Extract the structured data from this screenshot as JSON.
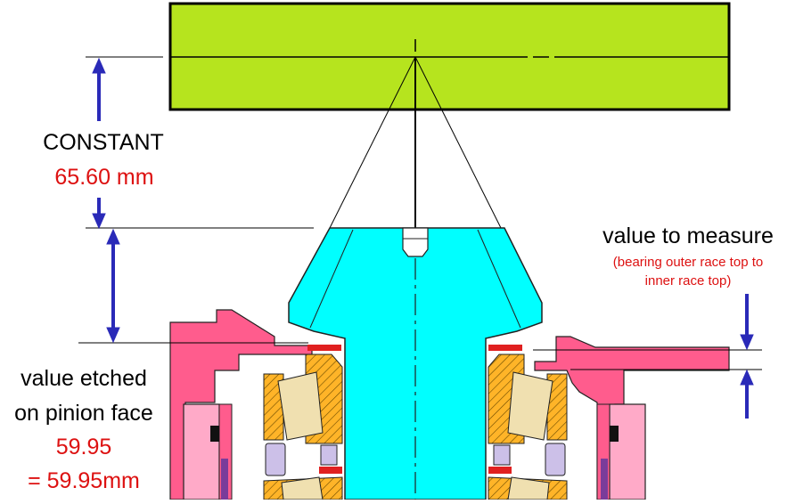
{
  "labels": {
    "constant_title": "CONSTANT",
    "constant_value": "65.60 mm",
    "measure_title": "value to measure",
    "measure_note_line1": "(bearing outer race top to",
    "measure_note_line2": "inner race top)",
    "etched_line1": "value etched",
    "etched_line2": "on pinion face",
    "etched_value": "59.95",
    "etched_result": "= 59.95mm"
  },
  "colors": {
    "gauge_block": "#b6e41e",
    "pinion": "#00ffff",
    "housing": "#ff5c8d",
    "housing_light": "#ffaac8",
    "roller": "#f0e0b0",
    "race": "#ffb428",
    "spacer": "#ccc0e8",
    "seal": "#e02020",
    "arrow": "#2a2ab8",
    "value_text": "#dd1111"
  }
}
